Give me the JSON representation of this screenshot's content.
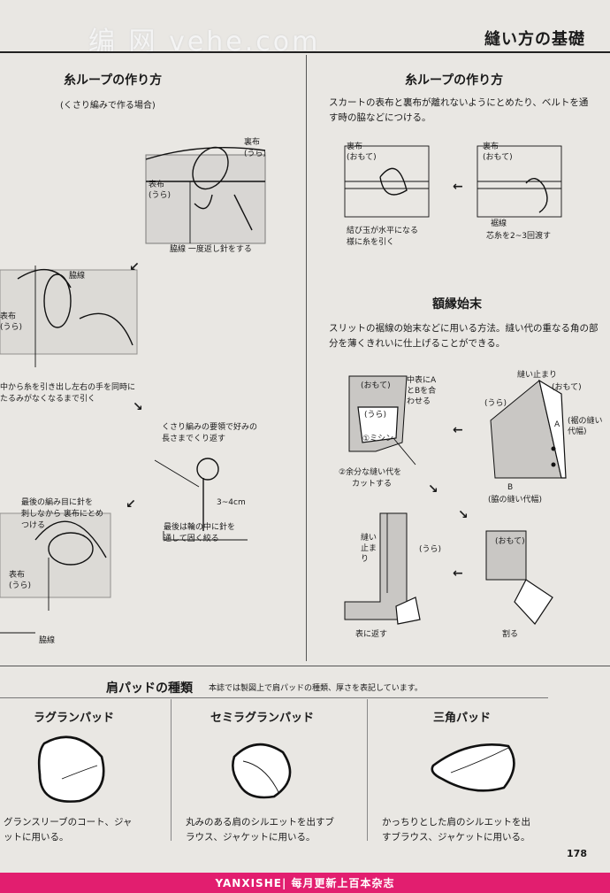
{
  "header": {
    "title": "縫い方の基礎",
    "watermark": "编 网 vehe.com"
  },
  "left_section": {
    "title": "糸ループの作り方",
    "subtitle": "(くさり編みで作る場合)",
    "labels": {
      "lining_back": "裏布",
      "lining_back_sub": "(うら)",
      "outer_back": "表布",
      "outer_back_sub": "(うら)",
      "side_seam_step1": "脇線 一度返し針をする",
      "side_seam": "脇線",
      "outer_back2": "表布",
      "outer_back2_sub": "(うら)",
      "pull_thread": "中から糸を引き出し左右の手を同時に",
      "pull_thread_2": "たるみがなくなるまで引く",
      "chain_repeat": "くさり編みの要領で好みの",
      "chain_repeat_2": "長さまでくり返す",
      "length": "3~4cm",
      "loop_through": "最後は輪の中に針を",
      "loop_through_2": "通して固く絞る",
      "last_stitch": "最後の編み目に針を",
      "last_stitch_2": "刺しなから 裏布にとめ",
      "last_stitch_3": "つける",
      "outer_back3": "表布",
      "outer_back3_sub": "(うら)",
      "side_seam3": "脇線"
    }
  },
  "right_top": {
    "title": "糸ループの作り方",
    "description": "スカートの表布と裏布が離れないようにとめたり、ベルトを通す時の脇などにつける。",
    "labels": {
      "lining_front": "裏布",
      "lining_front_sub": "(おもて)",
      "lining_front2": "裏布",
      "lining_front2_sub": "(おもて)",
      "hem_line": "裾線",
      "core_thread": "芯糸を2~3回渡す",
      "tie_knot": "結び玉が水平になる",
      "tie_knot_2": "様に糸を引く"
    }
  },
  "right_bottom": {
    "title": "額縁始末",
    "description": "スリットの裾線の始末などに用いる方法。縫い代の重なる角の部分を薄くきれいに仕上げることができる。",
    "labels": {
      "omote": "(おもて)",
      "ura": "(うら)",
      "step1": "①ミシン",
      "align": "中表にAとBを合わせる",
      "step2": "②余分な縫い代を",
      "step2_b": "カットする",
      "sew_stop": "縫い止まり",
      "ura2": "(うら)",
      "omote2": "(おもて)",
      "a": "A",
      "b": "B",
      "hem_allowance": "(裾の縫い代幅)",
      "side_allowance": "(脇の縫い代幅)",
      "sew_stop2": "縫い止まり",
      "ura3": "(うら)",
      "omote3": "(おもて)",
      "turn_out": "表に返す",
      "press_open": "割る"
    }
  },
  "shoulder_pads": {
    "title": "肩パッドの種類",
    "note": "本誌では製図上で肩パッドの種類、厚さを表記しています。",
    "items": [
      {
        "name": "ラグランパッド",
        "desc_1": "グランスリーブのコート、ジャ",
        "desc_2": "ットに用いる。"
      },
      {
        "name": "セミラグランパッド",
        "desc_1": "丸みのある肩のシルエットを出すブ",
        "desc_2": "ラウス、ジャケットに用いる。"
      },
      {
        "name": "三角パッド",
        "desc_1": "かっちりとした肩のシルエットを出",
        "desc_2": "すブラウス、ジャケットに用いる。"
      }
    ]
  },
  "page_number": "178",
  "footer": {
    "text": "YANXISHE| 每月更新上百本杂志",
    "color": "#e21e6f"
  }
}
